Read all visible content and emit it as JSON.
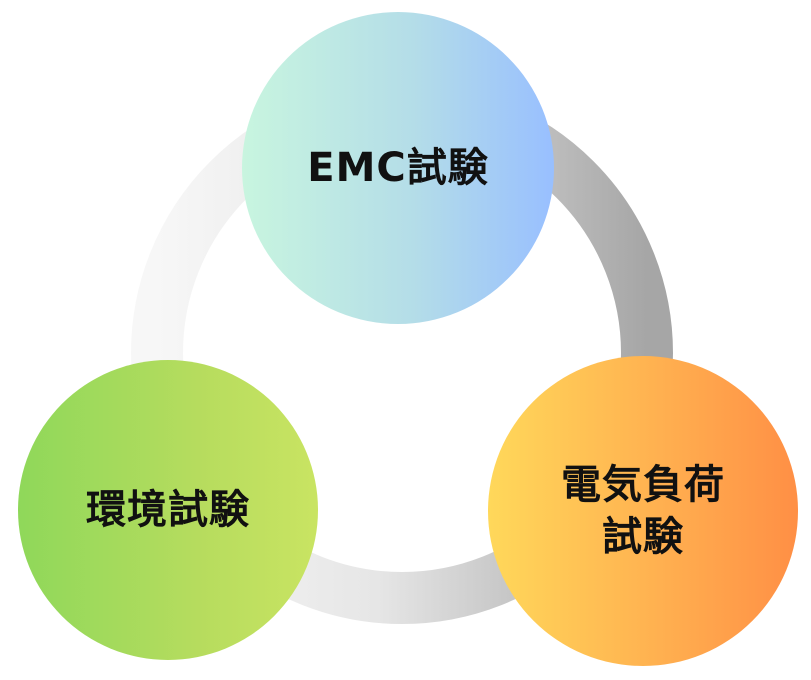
{
  "cycle": {
    "nodes": [
      {
        "id": "emc",
        "label": "EMC試験"
      },
      {
        "id": "power",
        "lines": [
          "電気負荷",
          "試験"
        ]
      },
      {
        "id": "env",
        "label": "環境試験"
      }
    ]
  },
  "colors": {
    "ring_dark": "#a9a9a9",
    "ring_light": "#f2f2f2",
    "emc_gradient": [
      "#c8f5df",
      "#98bfff"
    ],
    "power_gradient": [
      "#ffd85a",
      "#ff8f45"
    ],
    "env_gradient": [
      "#8fd85a",
      "#c9e462"
    ]
  }
}
